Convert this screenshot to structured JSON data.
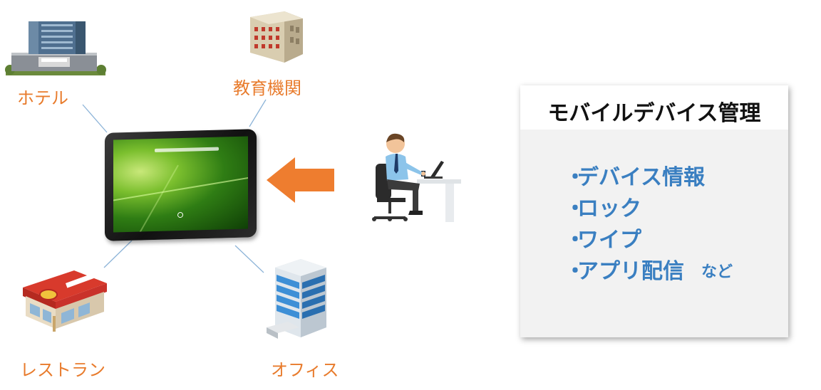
{
  "locations": {
    "hotel": "ホテル",
    "school": "教育機関",
    "restaurant": "レストラン",
    "office": "オフィス"
  },
  "icons": {
    "hotel": "hotel-building-icon",
    "school": "school-building-icon",
    "restaurant": "restaurant-building-icon",
    "office": "office-building-icon",
    "tablet": "tablet-device-icon",
    "administrator": "administrator-at-desk-icon",
    "arrow": "left-arrow-icon"
  },
  "panel": {
    "title": "モバイルデバイス管理",
    "features": [
      "デバイス情報",
      "ロック",
      "ワイプ",
      "アプリ配信"
    ],
    "suffix": "など"
  },
  "colors": {
    "label_orange": "#e87b2c",
    "arrow_orange": "#ee7d2f",
    "feature_blue": "#3a7fc1",
    "connector_blue": "#8db4d8"
  }
}
